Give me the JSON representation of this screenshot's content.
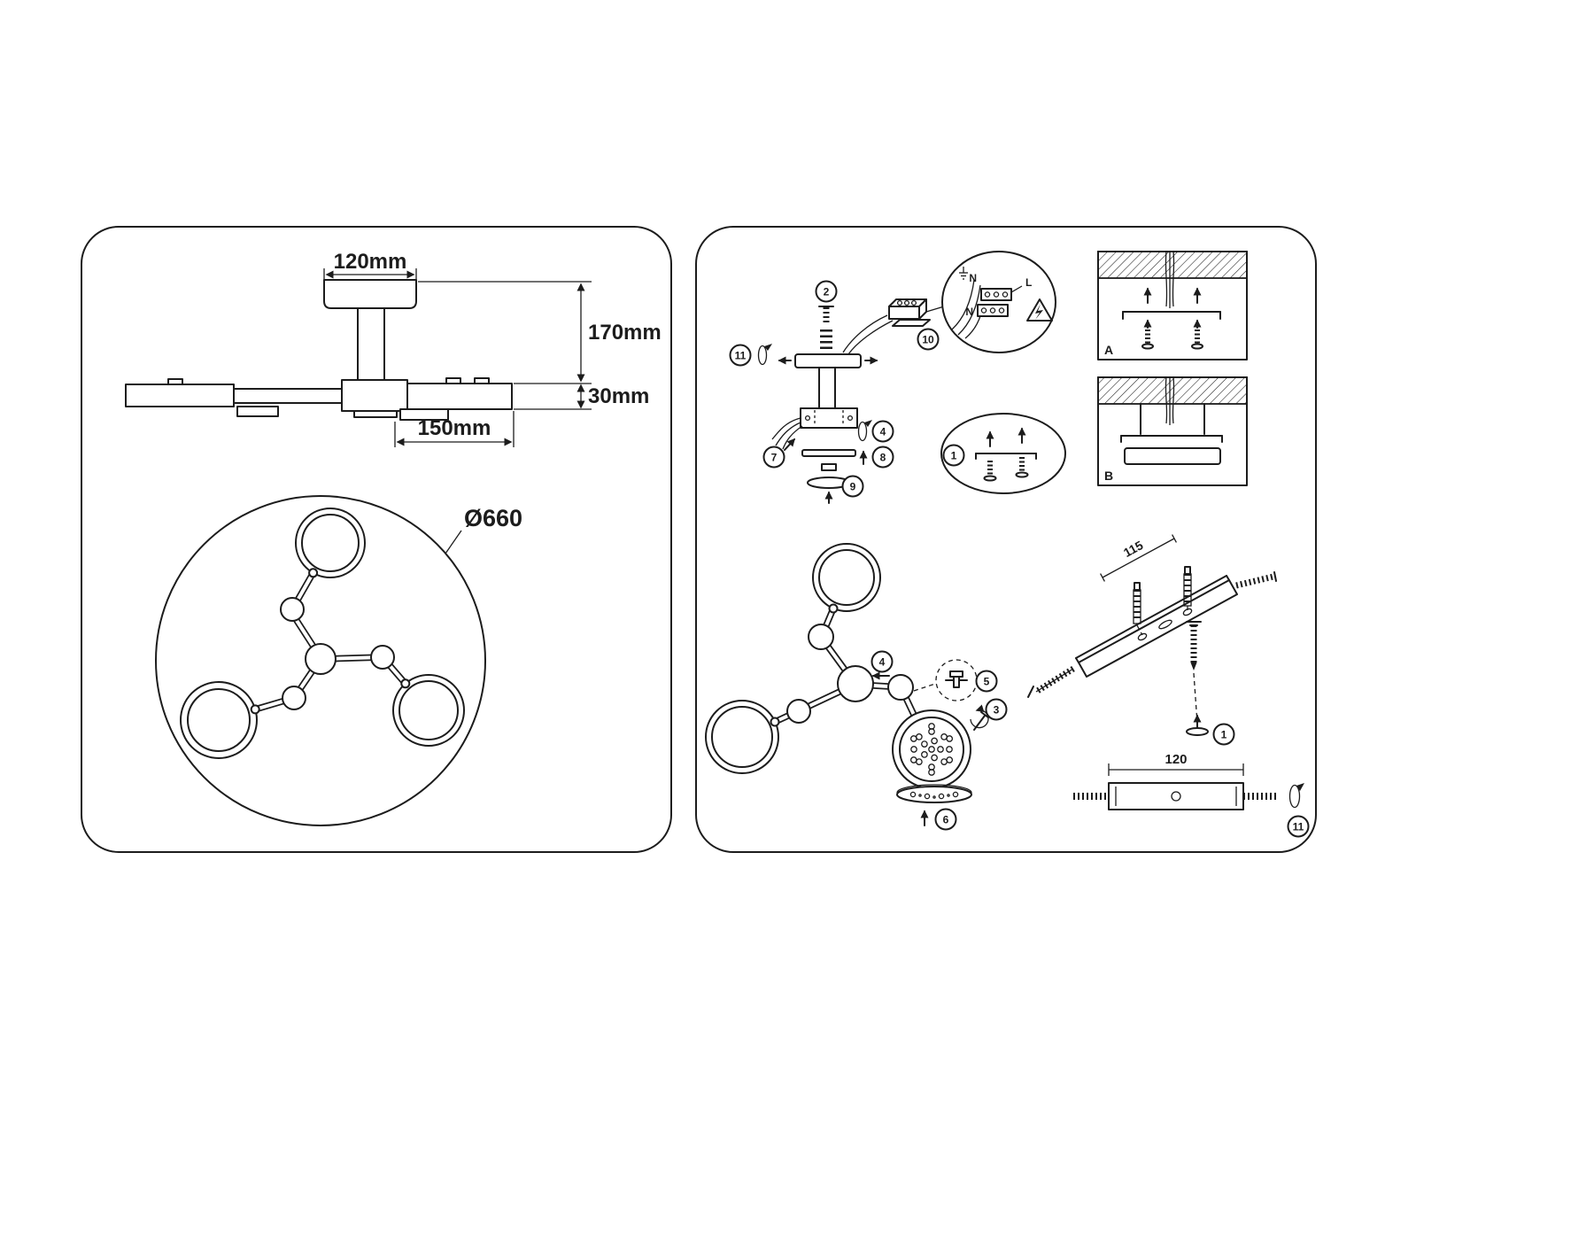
{
  "colors": {
    "line": "#1c1c1c",
    "background": "#ffffff"
  },
  "panels": {
    "left": {
      "side_view": {
        "dim_width_top": "120mm",
        "dim_height": "170mm",
        "dim_thickness": "30mm",
        "dim_arm_length": "150mm"
      },
      "top_view": {
        "dim_diameter": "Ø660"
      }
    },
    "right": {
      "steps": {
        "s1": "1",
        "s2": "2",
        "s3": "3",
        "s4": "4",
        "s5": "5",
        "s6": "6",
        "s7": "7",
        "s8": "8",
        "s9": "9",
        "s10": "10",
        "s11": "11"
      },
      "wiring_detail": {
        "label_n_top": "N",
        "label_l": "L",
        "label_n_bottom": "N"
      },
      "mounting": {
        "option_a": "A",
        "option_b": "B"
      },
      "brackets": {
        "dim_perspective": "115",
        "dim_front": "120"
      }
    }
  }
}
